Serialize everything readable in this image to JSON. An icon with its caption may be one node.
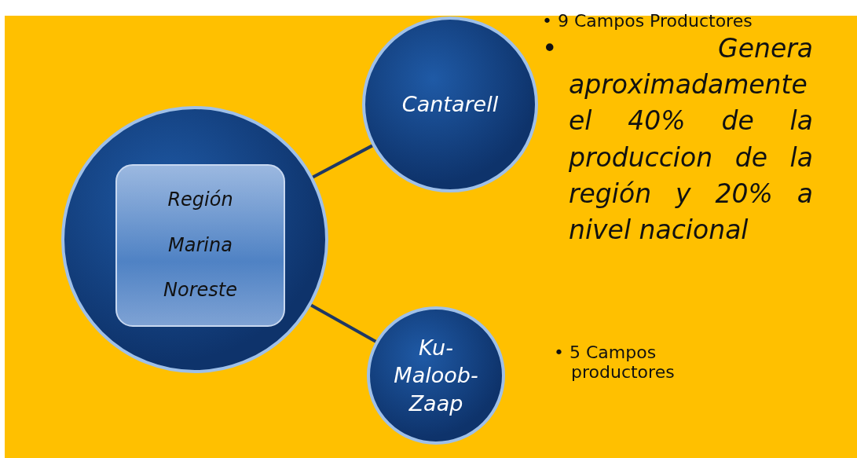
{
  "diagram": {
    "nodes": [
      {
        "text": [],
        "shape": "circle"
      },
      {
        "text": [
          "Región Marina Noreste"
        ],
        "in": 0
      },
      {
        "text": [
          "Cantarell"
        ],
        "beside": [
          "• 9 Campos Productores",
          "• Genera aproximadamente el 40% de la produccion de la región y 20% a nivel nacional"
        ]
      },
      {
        "text": [
          "Ku-Maloob-Zaap"
        ],
        "beside": [
          "• 5 Campos productores"
        ]
      }
    ],
    "edges": [
      {
        "from": 0,
        "to": 2,
        "arrow": "none"
      },
      {
        "from": 0,
        "to": 3,
        "arrow": "none"
      }
    ]
  }
}
